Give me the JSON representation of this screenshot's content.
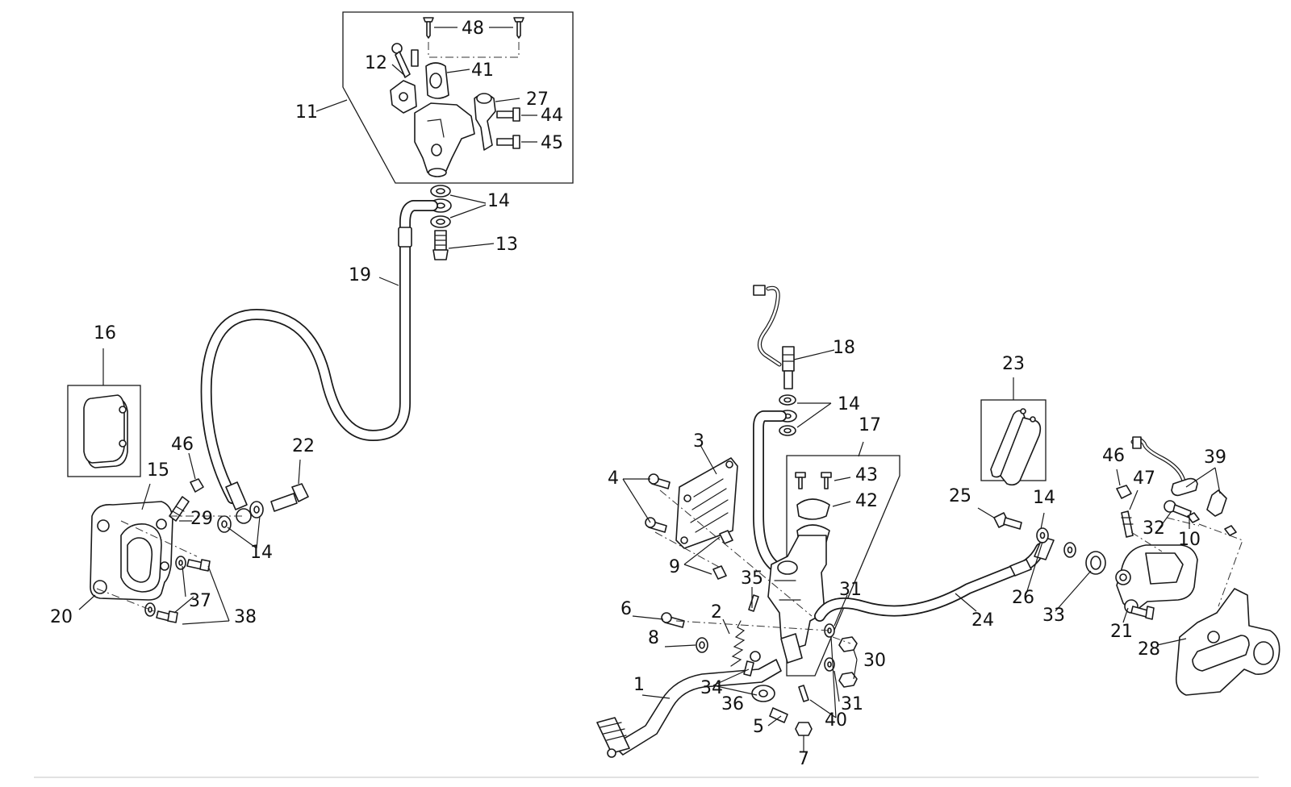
{
  "callouts": {
    "c48": "48",
    "c12": "12",
    "c41": "41",
    "c11": "11",
    "c27": "27",
    "c44": "44",
    "c45": "45",
    "c14_top": "14",
    "c13": "13",
    "c19": "19",
    "c16": "16",
    "c46_left": "46",
    "c15": "15",
    "c22": "22",
    "c29": "29",
    "c14_left": "14",
    "c37": "37",
    "c20": "20",
    "c38": "38",
    "c18": "18",
    "c14_mid": "14",
    "c17": "17",
    "c3": "3",
    "c43": "43",
    "c4": "4",
    "c42": "42",
    "c9": "9",
    "c35": "35",
    "c6": "6",
    "c2": "2",
    "c31_top": "31",
    "c8": "8",
    "c24": "24",
    "c1": "1",
    "c34": "34",
    "c36": "36",
    "c30": "30",
    "c31_bot": "31",
    "c5": "5",
    "c40": "40",
    "c7": "7",
    "c23": "23",
    "c25": "25",
    "c14_right": "14",
    "c26": "26",
    "c33": "33",
    "c46_right": "46",
    "c47": "47",
    "c39": "39",
    "c32": "32",
    "c10": "10",
    "c21": "21",
    "c28": "28"
  }
}
